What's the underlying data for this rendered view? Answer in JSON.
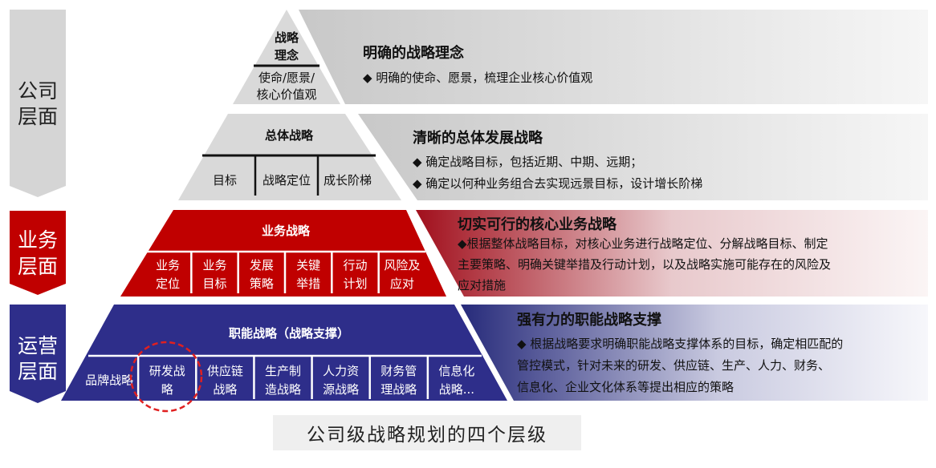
{
  "side_labels": [
    {
      "line1": "公司",
      "line2": "层面"
    },
    {
      "line1": "业务",
      "line2": "层面"
    },
    {
      "line1": "运营",
      "line2": "层面"
    }
  ],
  "levels": [
    {
      "pyramid_title_lines": [
        "战略",
        "理念"
      ],
      "pyramid_items": [
        "使命/愿景/",
        "核心价值观"
      ],
      "heading": "明确的战略理念",
      "bullets": [
        "◆ 明确的使命、愿景，梳理企业核心价值观"
      ]
    },
    {
      "pyramid_title": "总体战略",
      "pyramid_items": [
        "目标",
        "战略定位",
        "成长阶梯"
      ],
      "heading": "清晰的总体发展战略",
      "bullets": [
        "◆ 确定战略目标，包括近期、中期、远期；",
        "◆ 确定以何种业务组合去实现远景目标，设计增长阶梯"
      ]
    },
    {
      "pyramid_title": "业务战略",
      "pyramid_items": [
        [
          "业务",
          "定位"
        ],
        [
          "业务",
          "目标"
        ],
        [
          "发展",
          "策略"
        ],
        [
          "关键",
          "举措"
        ],
        [
          "行动",
          "计划"
        ],
        [
          "风险及",
          "应对"
        ]
      ],
      "heading": "切实可行的核心业务战略",
      "bullets": [
        "◆根据整体战略目标，对核心业务进行战略定位、分解战略目标、制定",
        "主要策略、明确关键举措及行动计划，以及战略实施可能存在的风险及",
        "应对措施"
      ]
    },
    {
      "pyramid_title": "职能战略（战略支撑）",
      "pyramid_items": [
        [
          "品牌战略"
        ],
        [
          "研发战",
          "略"
        ],
        [
          "供应链",
          "战略"
        ],
        [
          "生产制",
          "造战略"
        ],
        [
          "人力资",
          "源战略"
        ],
        [
          "财务管",
          "理战略"
        ],
        [
          "信息化",
          "战略..."
        ]
      ],
      "heading": "强有力的职能战略支撑",
      "bullets": [
        "◆ 根据战略要求明确职能战略支撑体系的目标，确定相匹配的",
        "管控模式，针对未来的研发、供应链、生产、人力、财务、",
        "信息化、企业文化体系等提出相应的策略"
      ]
    }
  ],
  "caption": "公司级战略规划的四个层级",
  "colors": {
    "gray_tier": "#d9d9d9",
    "red_tier": "#c00000",
    "blue_tier": "#2e2e8a",
    "highlight_circle": "#e02020",
    "side_gray": "#d5d5d5"
  }
}
